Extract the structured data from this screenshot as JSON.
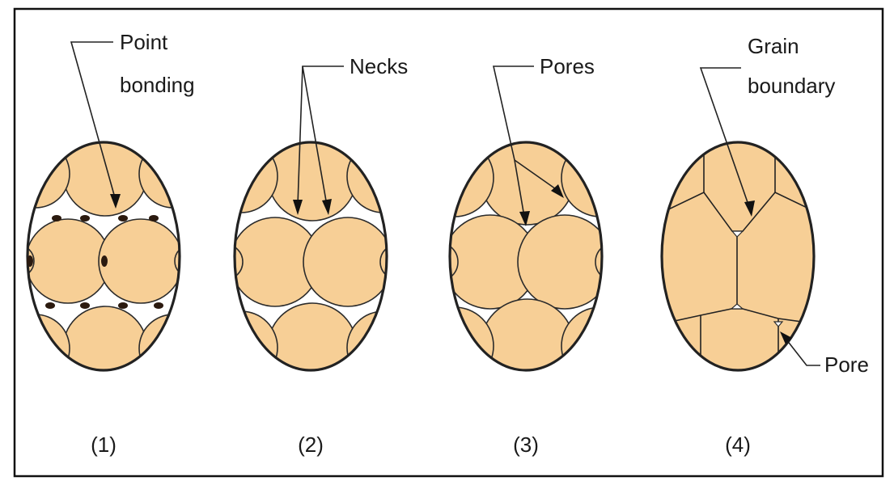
{
  "colors": {
    "grain": "#f7cf96",
    "outline": "#222222",
    "background": "#ffffff",
    "bond": "#2b1a0f"
  },
  "stages": [
    {
      "number": "(1)",
      "labels": [
        "Point",
        "bonding"
      ]
    },
    {
      "number": "(2)",
      "labels": [
        "Necks"
      ]
    },
    {
      "number": "(3)",
      "labels": [
        "Pores"
      ]
    },
    {
      "number": "(4)",
      "labels": [
        "Grain",
        "boundary"
      ],
      "extra_label": "Pore"
    }
  ]
}
